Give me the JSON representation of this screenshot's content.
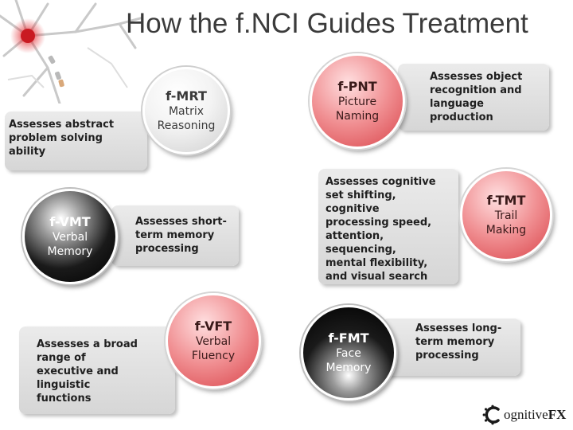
{
  "title": "How the f.NCI Guides Treatment",
  "tests": [
    {
      "key": "mrt",
      "code": "f-MRT",
      "name": [
        "Matrix",
        "Reasoning"
      ],
      "description": [
        "Assesses abstract",
        "problem solving",
        "ability"
      ]
    },
    {
      "key": "pnt",
      "code": "f-PNT",
      "name": [
        "Picture",
        "Naming"
      ],
      "description": [
        "Assesses object",
        "recognition and",
        "language",
        "production"
      ]
    },
    {
      "key": "vmt",
      "code": "f-VMT",
      "name": [
        "Verbal",
        "Memory"
      ],
      "description": [
        "Assesses short-",
        "term memory",
        "processing"
      ]
    },
    {
      "key": "tmt",
      "code": "f-TMT",
      "name": [
        "Trail",
        "Making"
      ],
      "description": [
        "Assesses cognitive",
        "set shifting,",
        "cognitive",
        "processing speed,",
        "attention,",
        "sequencing,",
        "mental flexibility,",
        "and visual search"
      ]
    },
    {
      "key": "vft",
      "code": "f-VFT",
      "name": [
        "Verbal",
        "Fluency"
      ],
      "description": [
        "Assesses a broad",
        "range of",
        "executive and",
        "linguistic",
        "functions"
      ]
    },
    {
      "key": "fmt",
      "code": "f-FMT",
      "name": [
        "Face",
        "Memory"
      ],
      "description": [
        "Assesses long-",
        "term memory",
        "processing"
      ]
    }
  ],
  "logo": {
    "prefix": "C",
    "main": "ognitive",
    "suffix": "FX"
  },
  "colors": {
    "panel": "#dcdcdc",
    "accent_red": "#e15a5f",
    "circle_black": "#000000",
    "circle_gray": "#f2f2f2",
    "title": "#3b3b3b"
  }
}
